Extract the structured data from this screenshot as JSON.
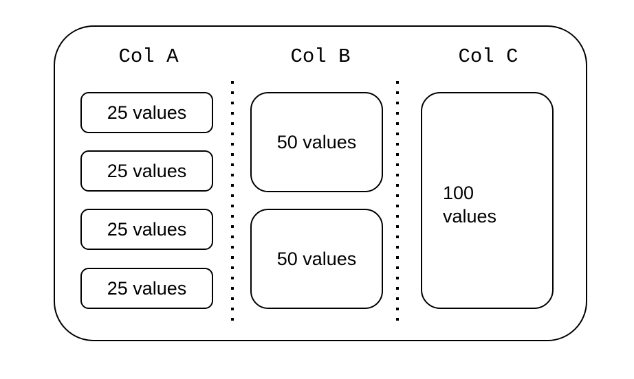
{
  "columns": [
    {
      "header": "Col A",
      "boxes": [
        "25 values",
        "25 values",
        "25 values",
        "25 values"
      ]
    },
    {
      "header": "Col B",
      "boxes": [
        "50 values",
        "50 values"
      ]
    },
    {
      "header": "Col C",
      "boxes_lines": [
        "100",
        "values"
      ]
    }
  ],
  "colors": {
    "stroke": "#000000",
    "background": "#ffffff"
  }
}
